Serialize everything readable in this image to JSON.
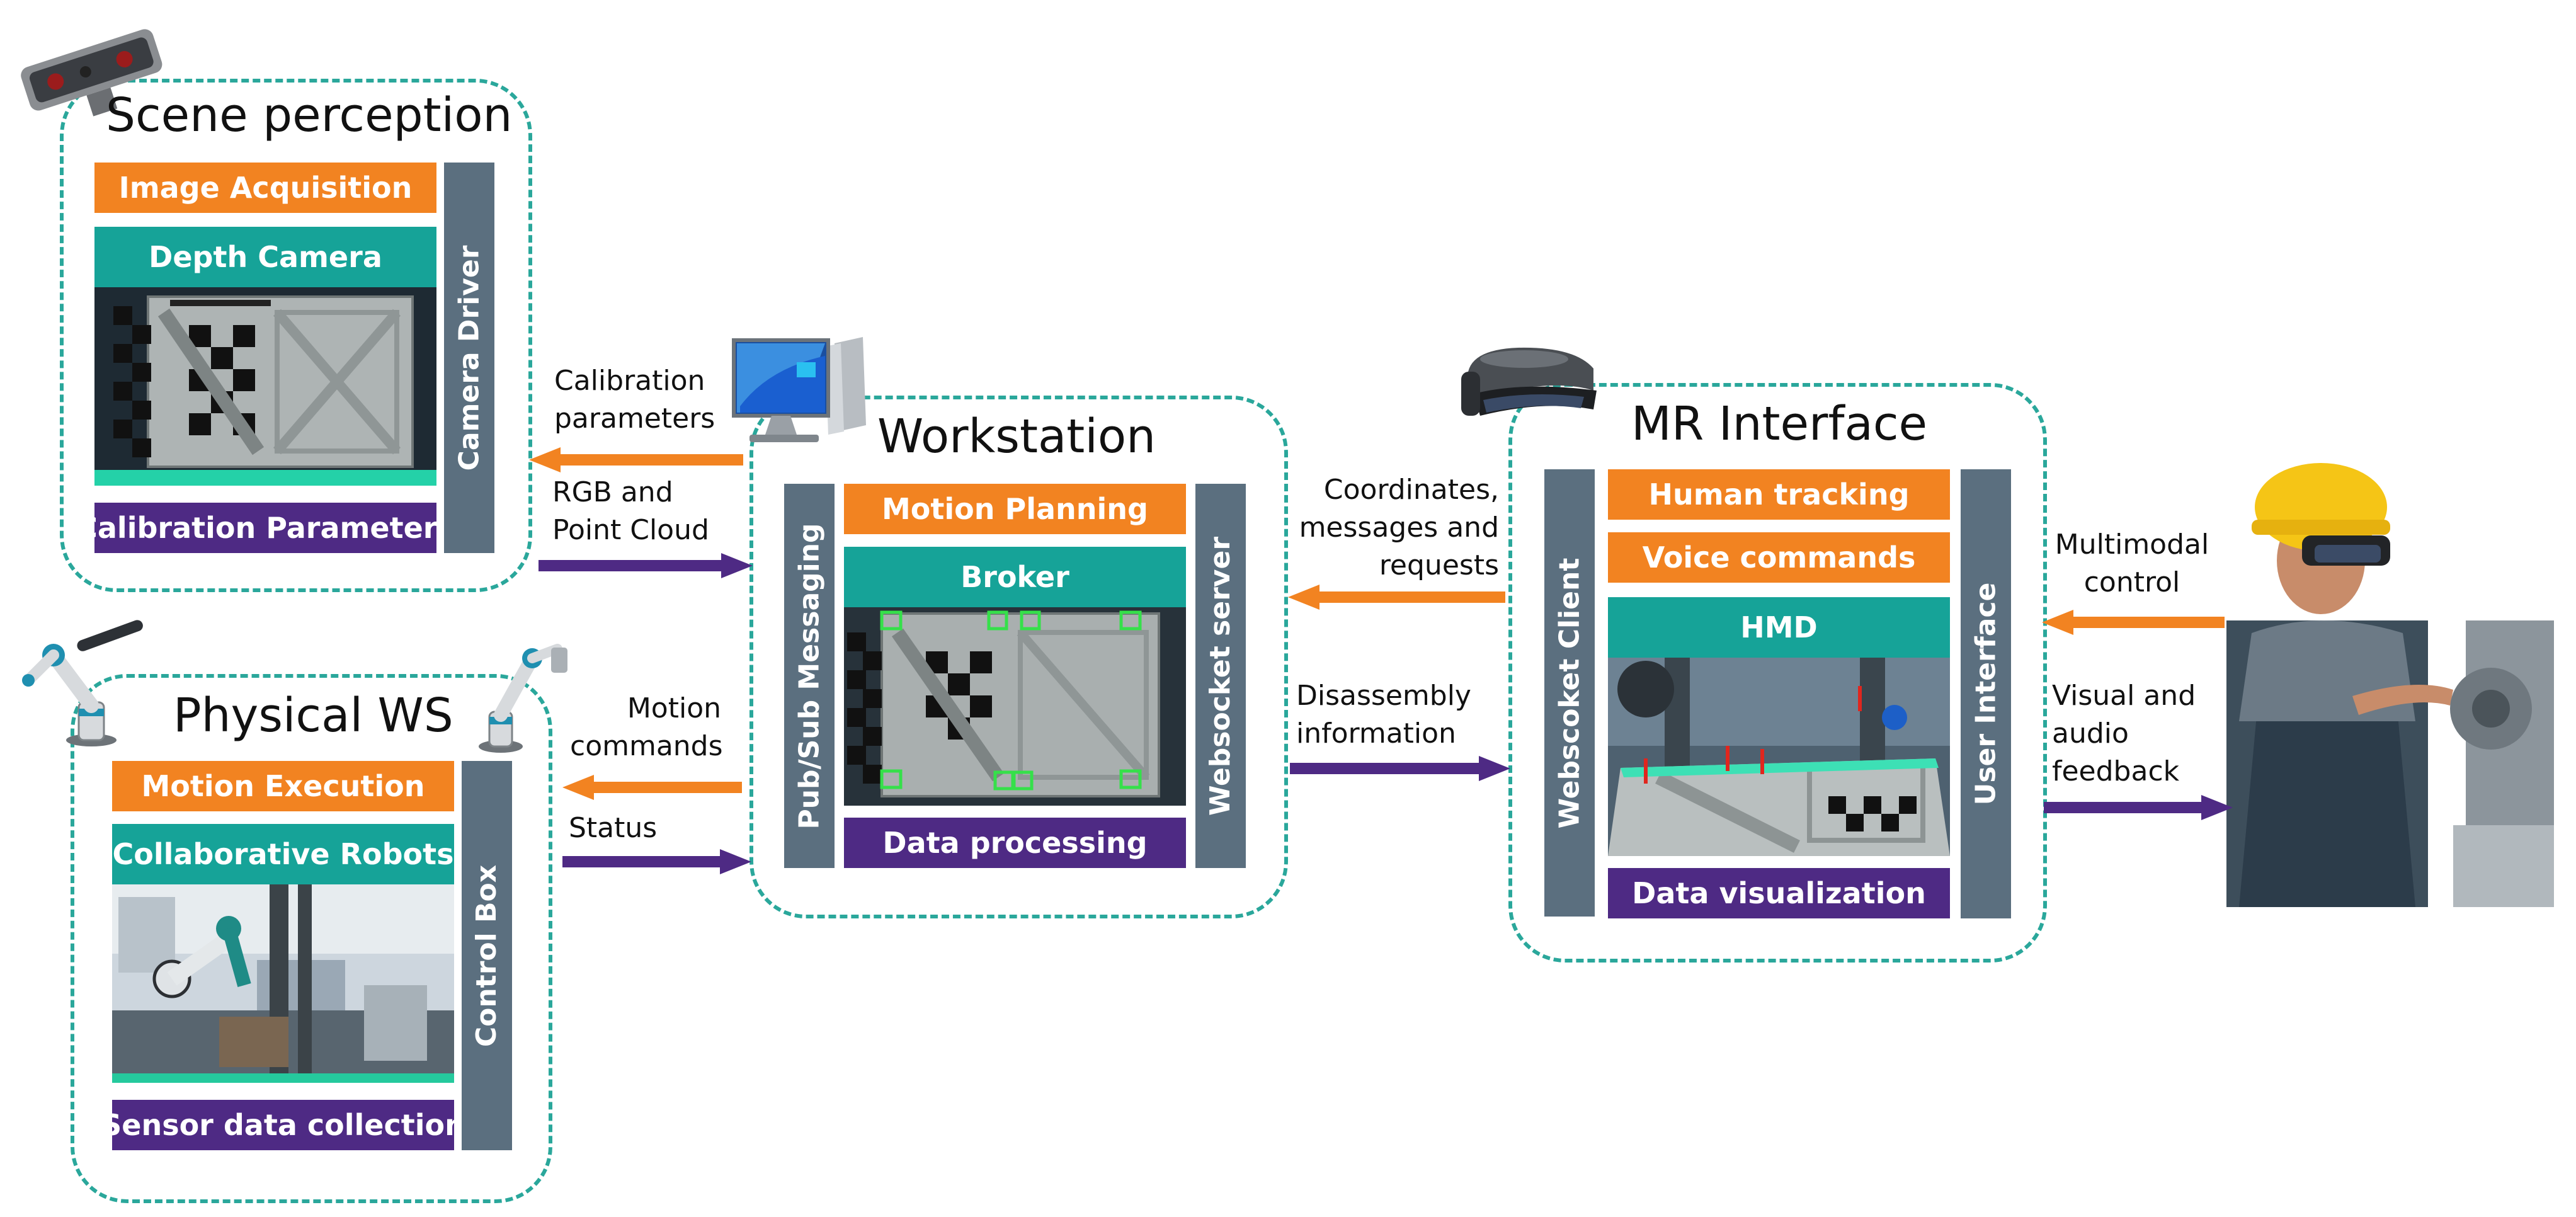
{
  "modules": {
    "scene": {
      "title": "Scene perception",
      "image_acquisition": "Image  Acquisition",
      "depth_camera": "Depth Camera",
      "calibration_parameters": "Calibration Parameters",
      "camera_driver": "Camera Driver"
    },
    "physical": {
      "title": "Physical WS",
      "motion_execution": "Motion Execution",
      "collaborative_robots": "Collaborative Robots",
      "sensor_data_collection": "Sensor data collection",
      "control_box": "Control Box"
    },
    "workstation": {
      "title": "Workstation",
      "motion_planning": "Motion Planning",
      "broker": "Broker",
      "data_processing": "Data processing",
      "pubsub": "Pub/Sub Messaging",
      "websocket_server": "Websocket server"
    },
    "mr": {
      "title": "MR Interface",
      "human_tracking": "Human tracking",
      "voice_commands": "Voice commands",
      "hmd": "HMD",
      "data_visualization": "Data visualization",
      "websocket_client": "Webscoket Client",
      "user_interface": "User Interface"
    }
  },
  "flows": {
    "calibration_parameters": [
      "Calibration",
      "parameters"
    ],
    "rgb_point_cloud": [
      "RGB and",
      "Point Cloud"
    ],
    "motion_commands": [
      "Motion",
      "commands"
    ],
    "status": [
      "Status"
    ],
    "coordinates": [
      "Coordinates,",
      "messages and",
      "requests"
    ],
    "disassembly": [
      "Disassembly",
      "information"
    ],
    "multimodal": [
      "Multimodal",
      "control"
    ],
    "visual_audio": [
      "Visual and",
      "audio",
      "feedback"
    ]
  },
  "colors": {
    "orange": "#f28321",
    "teal": "#16a398",
    "purple": "#4e2a84",
    "slate": "#5b6f7f",
    "dashed_border": "#2aa79b"
  },
  "icons": [
    "depth-camera-icon",
    "robot-arm-icon",
    "desktop-monitor-icon",
    "mr-headset-icon",
    "operator-photo"
  ]
}
